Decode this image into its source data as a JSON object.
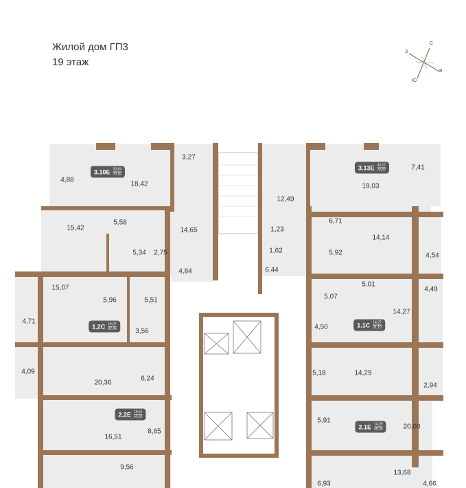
{
  "header": {
    "building": "Жилой дом ГП3",
    "floor": "19 этаж"
  },
  "compass": {
    "north": "С",
    "south": "Ю",
    "west": "З",
    "east": "В"
  },
  "colors": {
    "wall": "#9b7656",
    "room": "#ececec",
    "badge": "#5a5a5a"
  },
  "apartments": [
    {
      "code": "3.10Е",
      "living": "33,84",
      "total": "70,10"
    },
    {
      "code": "3.13Е",
      "living": "33,17",
      "total": "72,07"
    },
    {
      "code": "1.2С",
      "living": "15,07",
      "total": "32,46"
    },
    {
      "code": "2.2Е",
      "living": "16,51",
      "total": "53,91"
    },
    {
      "code": "1.1С",
      "living": "14,27",
      "total": "31,10"
    },
    {
      "code": "2.1Е",
      "living": "14,29",
      "total": "40,33"
    }
  ],
  "rooms": [
    "4,88",
    "18,42",
    "3,27",
    "15,42",
    "5,58",
    "14,65",
    "5,34",
    "2,75",
    "4,84",
    "15,07",
    "5,96",
    "5,51",
    "4,71",
    "3,56",
    "4,09",
    "20,36",
    "6,24",
    "16,51",
    "8,65",
    "9,56",
    "12,49",
    "19,03",
    "7,41",
    "6,71",
    "1,23",
    "14,14",
    "1,62",
    "5,92",
    "4,54",
    "6,44",
    "5,07",
    "5,01",
    "4,49",
    "14,27",
    "4,50",
    "5,18",
    "14,29",
    "2,94",
    "5,91",
    "20,00",
    "13,68",
    "6,93",
    "4,66"
  ]
}
